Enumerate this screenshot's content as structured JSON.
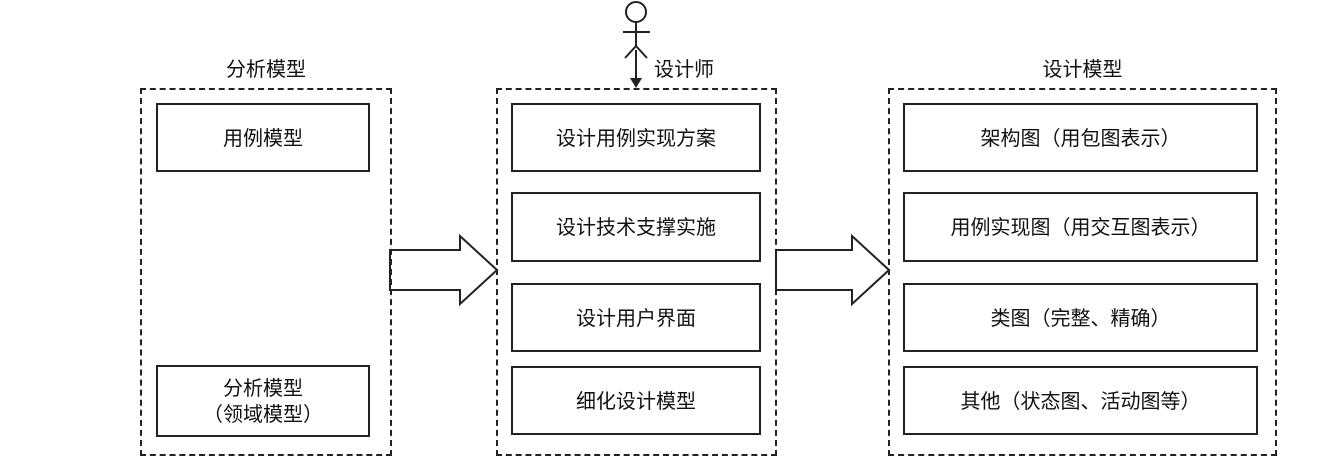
{
  "groups": {
    "analysis": {
      "title": "分析模型",
      "items": [
        "用例模型",
        "分析模型",
        "（领域模型）"
      ]
    },
    "design_process": {
      "actor": "设计师",
      "items": [
        "设计用例实现方案",
        "设计技术支撑实施",
        "设计用户界面",
        "细化设计模型"
      ]
    },
    "design_model": {
      "title": "设计模型",
      "items": [
        "架构图（用包图表示）",
        "用例实现图（用交互图表示）",
        "类图（完整、精确）",
        "其他（状态图、活动图等）"
      ]
    }
  }
}
